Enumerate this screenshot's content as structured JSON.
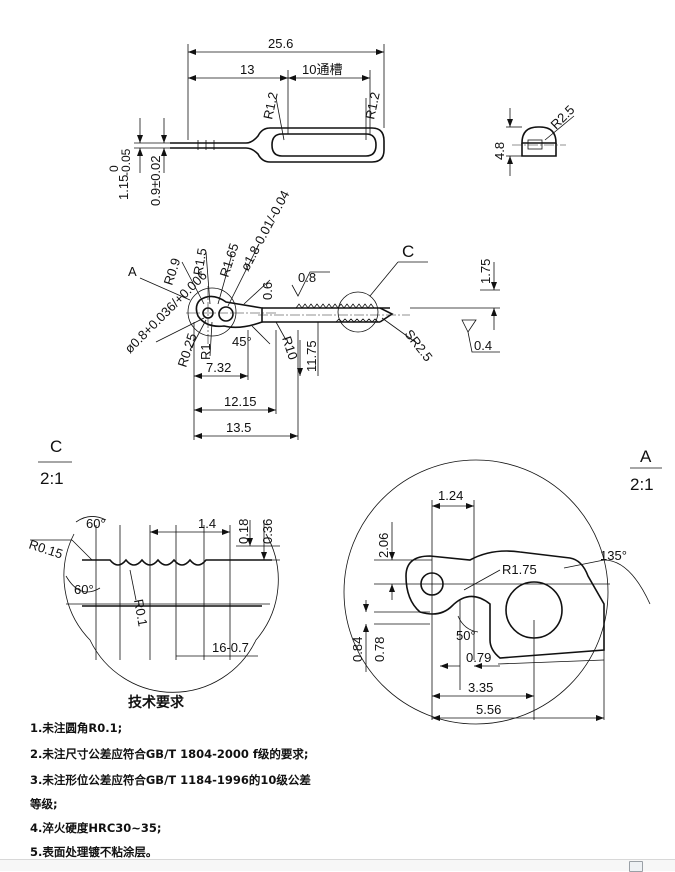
{
  "top_view": {
    "dims": {
      "overall_length": "25.6",
      "slot_offset": "13",
      "slot_length": "10通槽",
      "slot_radius_left": "R1.2",
      "slot_radius_right": "R1.2",
      "thickness": "1.15",
      "thickness_tol_upper": "0",
      "thickness_tol_lower": "-0.05",
      "wire_dia": "0.9±0.02"
    }
  },
  "end_view": {
    "dims": {
      "height": "4.8",
      "radius": "R2.5"
    }
  },
  "front_view": {
    "labels": {
      "detail_a": "A",
      "detail_c": "C"
    },
    "dims": {
      "r09": "R0.9",
      "r15": "R1.5",
      "r165": "R1.65",
      "dia18": "ø1.8-0.01/-0.04",
      "r06": "0.6",
      "dia08": "ø0.8+0.036/+0.006",
      "r025": "R0.25",
      "r1": "R1",
      "angle45": "45°",
      "r10": "R10",
      "h1175": "11.75",
      "l732": "7.32",
      "l1215": "12.15",
      "l135": "13.5",
      "top175": "1.75",
      "sr25": "SR2.5"
    },
    "roughness": {
      "rough_top": "0.8",
      "rough_right": "0.4"
    }
  },
  "detail_c": {
    "title": "C",
    "scale": "2:1",
    "dims": {
      "r015": "R0.15",
      "angle60_top": "60°",
      "angle60_bottom": "60°",
      "pitch": "1.4",
      "depth018": "0.18",
      "depth036": "0.36",
      "r01": "R0.1",
      "teeth_count": "16-0.7"
    }
  },
  "detail_a": {
    "title": "A",
    "scale": "2:1",
    "dims": {
      "w124": "1.24",
      "h206": "2.06",
      "r175": "R1.75",
      "angle135": "135°",
      "angle50": "50°",
      "h084": "0.84",
      "h078": "0.78",
      "w079": "0.79",
      "w335": "3.35",
      "w556": "5.56"
    }
  },
  "notes": {
    "title": "技术要求",
    "items": [
      "1.未注圆角R0.1;",
      "2.未注尺寸公差应符合GB/T 1804-2000 f级的要求;",
      "3.未注形位公差应符合GB/T 1184-1996的10级公差",
      "等级;",
      "4.淬火硬度HRC30~35;",
      "5.表面处理镀不粘涂层。"
    ]
  }
}
